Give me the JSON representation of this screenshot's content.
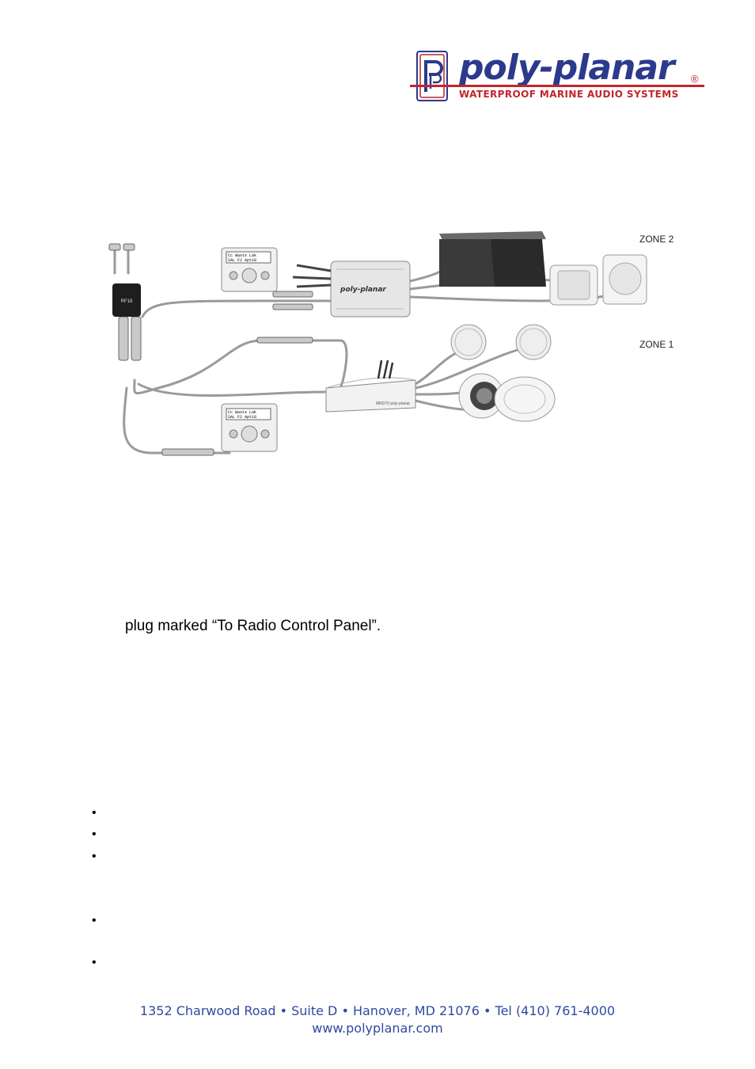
{
  "logo": {
    "wordmark": "poly-planar",
    "registered": "®",
    "tagline": "WATERPROOF MARINE AUDIO SYSTEMS",
    "colors": {
      "blue": "#2b3a8c",
      "red": "#c0262d"
    }
  },
  "diagram": {
    "zone2_label": "ZONE 2",
    "zone1_label": "ZONE 1",
    "amp_label": "poly-planar",
    "receiver_label": "MRD70 poly-planar",
    "panel_screen_line1": "Cc Wasts Lak",
    "panel_screen_line2": "SAL F2   Apt18",
    "module_label": "RF18"
  },
  "body": {
    "text_line": "plug marked “To Radio Control Panel”."
  },
  "bullets": [
    "•",
    "•",
    "•",
    "•",
    "•"
  ],
  "footer": {
    "address": "1352 Charwood Road  •  Suite D  •  Hanover, MD 21076  •  Tel (410) 761-4000",
    "website": "www.polyplanar.com",
    "color": "#2f4aa0"
  }
}
